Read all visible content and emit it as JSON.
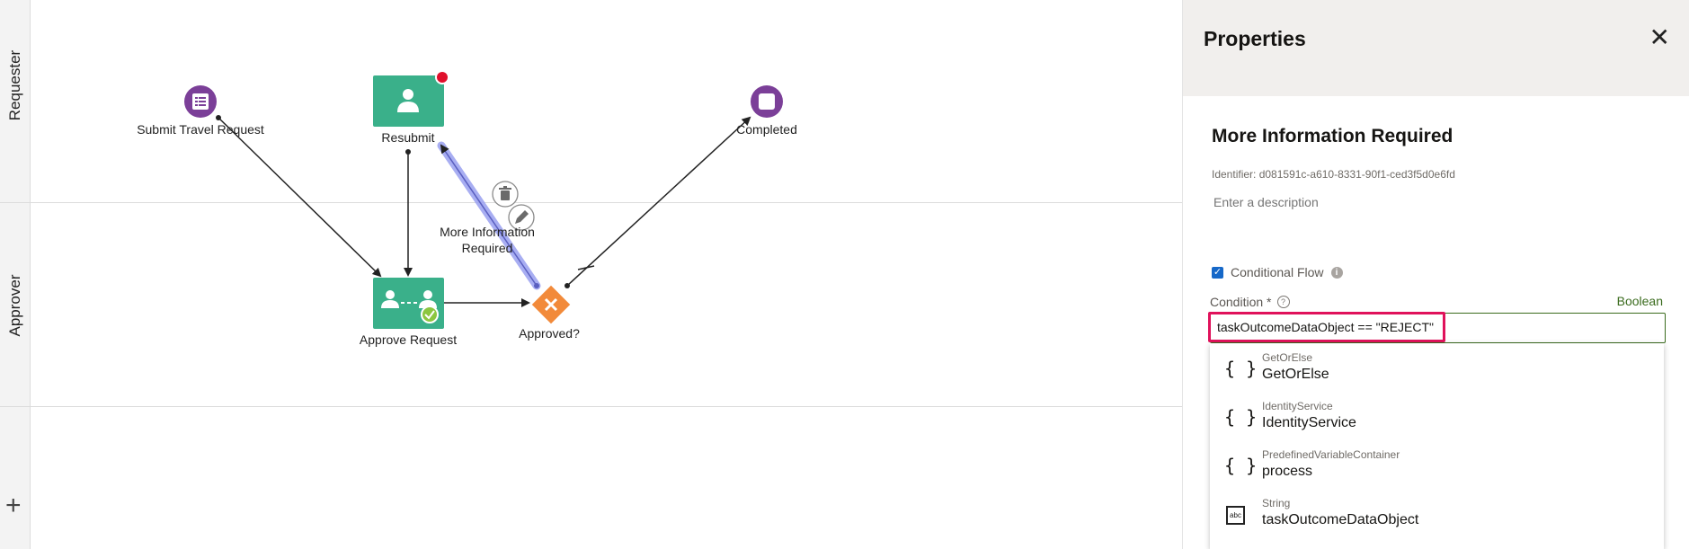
{
  "lanes": [
    {
      "label": "Requester"
    },
    {
      "label": "Approver"
    }
  ],
  "add_lane_icon": "plus-icon",
  "nodes": {
    "submit": {
      "label": "Submit Travel Request",
      "color": "#7b3f98",
      "icon": "form-icon"
    },
    "resubmit": {
      "label": "Resubmit",
      "color": "#3ab08a",
      "icon": "user-icon",
      "badge_color": "#e0102c"
    },
    "completed": {
      "label": "Completed",
      "color": "#7b3f98",
      "icon": "stop-icon"
    },
    "approve": {
      "label": "Approve Request",
      "color": "#3ab08a",
      "icon": "approval-icon"
    },
    "gateway": {
      "label": "Approved?",
      "color": "#f28a3a",
      "icon": "x-icon"
    }
  },
  "flow_label": {
    "line1": "More Information",
    "line2": "Required"
  },
  "flow_actions": [
    "trash-icon",
    "pencil-icon"
  ],
  "properties": {
    "title": "Properties",
    "close_icon": "close-icon",
    "section_title": "More Information Required",
    "identifier": "Identifier: d081591c-a610-8331-90f1-ced3f5d0e6fd",
    "description_placeholder": "Enter a description",
    "conditional_flow_label": "Conditional Flow",
    "conditional_flow_checked": true,
    "condition_label": "Condition *",
    "condition_type": "Boolean",
    "condition_value": "taskOutcomeDataObject == \"REJECT\"",
    "suggestions": [
      {
        "type": "GetOrElse",
        "name": "GetOrElse",
        "icon": "braces-icon"
      },
      {
        "type": "IdentityService",
        "name": "IdentityService",
        "icon": "braces-icon"
      },
      {
        "type": "PredefinedVariableContainer",
        "name": "process",
        "icon": "braces-icon"
      },
      {
        "type": "String",
        "name": "taskOutcomeDataObject",
        "icon": "string-icon"
      }
    ]
  },
  "colors": {
    "highlight": "#e0125b",
    "accent_green": "#3a6b1d",
    "selected_flow": "#9aa0f0"
  }
}
